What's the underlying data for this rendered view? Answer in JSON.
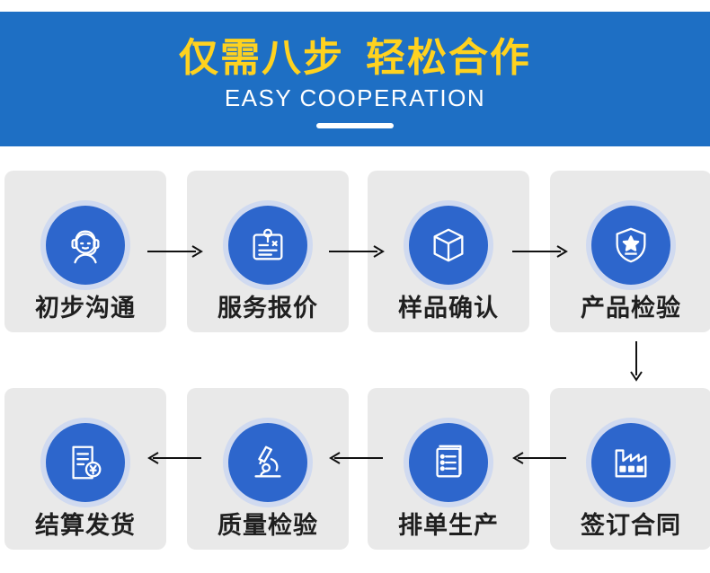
{
  "header": {
    "title_part1": "仅需八步",
    "title_part2": "轻松合作",
    "subtitle": "EASY COOPERATION"
  },
  "steps": [
    {
      "label": "初步沟通",
      "icon": "headset-person-icon"
    },
    {
      "label": "服务报价",
      "icon": "price-card-icon"
    },
    {
      "label": "样品确认",
      "icon": "box-icon"
    },
    {
      "label": "产品检验",
      "icon": "shield-star-icon"
    },
    {
      "label": "签订合同",
      "icon": "factory-icon"
    },
    {
      "label": "排单生产",
      "icon": "list-document-icon"
    },
    {
      "label": "质量检验",
      "icon": "microscope-icon"
    },
    {
      "label": "结算发货",
      "icon": "invoice-yen-icon"
    }
  ],
  "colors": {
    "header_bg": "#1e6fc4",
    "title": "#ffd21f",
    "icon_disc": "#2d66cc",
    "card_bg": "#e9e9e9"
  }
}
